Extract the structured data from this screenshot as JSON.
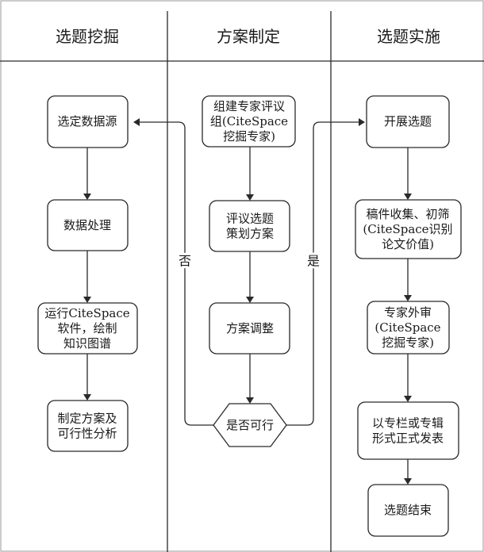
{
  "lanes": [
    {
      "title": "选题挖掘"
    },
    {
      "title": "方案制定"
    },
    {
      "title": "选题实施"
    }
  ],
  "nodes": {
    "select_data_source": [
      "选定数据源"
    ],
    "data_processing": [
      "数据处理"
    ],
    "run_citespace": [
      "运行CiteSpace",
      "软件，绘制",
      "知识图谱"
    ],
    "make_plan_analysis": [
      "制定方案及",
      "可行性分析"
    ],
    "form_expert_panel": [
      "组建专家评议",
      "组(CiteSpace",
      "挖掘专家)"
    ],
    "review_topic": [
      "评议选题",
      "策划方案"
    ],
    "adjust_plan": [
      "方案调整"
    ],
    "feasible_decision": [
      "是否可行"
    ],
    "start_topic": [
      "开展选题"
    ],
    "collect_screen": [
      "稿件收集、初筛",
      "(CiteSpace识别",
      "论文价值)"
    ],
    "external_review": [
      "专家外审",
      "(CiteSpace",
      "挖掘专家)"
    ],
    "publish": [
      "以专栏或专辑",
      "形式正式发表"
    ],
    "end_topic": [
      "选题结束"
    ]
  },
  "edge_labels": {
    "no": "否",
    "yes": "是"
  }
}
